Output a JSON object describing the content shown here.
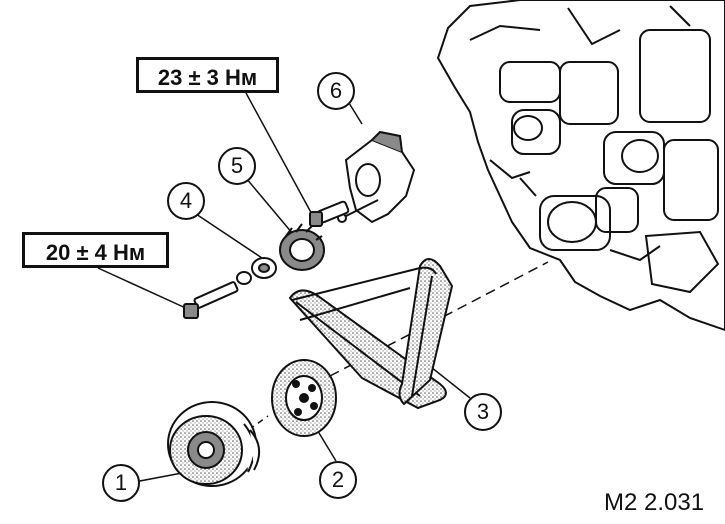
{
  "torque_labels": {
    "upper": "23 ± 3 Нм",
    "lower": "20 ± 4 Нм"
  },
  "callouts": [
    "1",
    "2",
    "3",
    "4",
    "5",
    "6"
  ],
  "figure_code": "M2 2.031",
  "colors": {
    "ink": "#111111",
    "background": "#ffffff",
    "shade": "#8a8a8a"
  }
}
